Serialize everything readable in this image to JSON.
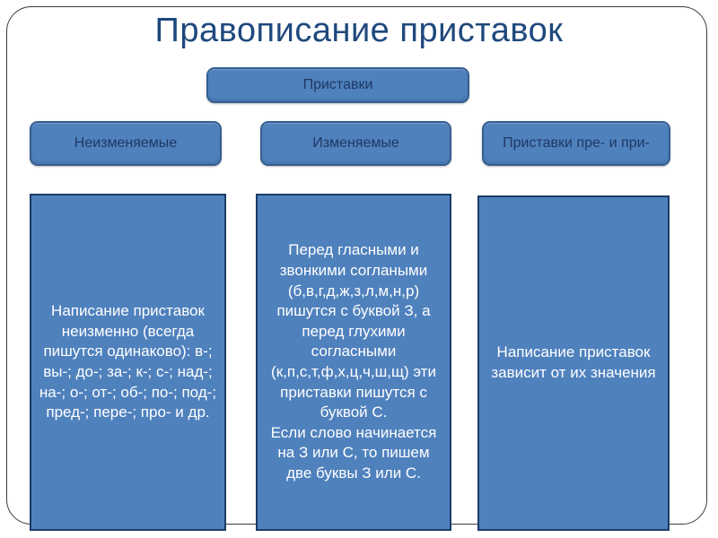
{
  "slide": {
    "title": "Правописание приставок",
    "root_box": {
      "label": "Приставки"
    },
    "branches": [
      {
        "label": "Неизменяемые",
        "description": "Написание приставок неизменно (всегда пишутся одинаково): в-; вы-; до-; за-; к-; с-; над-; на-; о-; от-; об-; по-; под-; пред-; пере-; про- и др."
      },
      {
        "label": "Изменяемые",
        "description": "Перед гласными и звонкими соглаными (б,в,г,д,ж,з,л,м,н,р) пишутся с буквой З, а перед глухими согласными (к,п,с,т,ф,х,ц,ч,ш,щ) эти приставки пишутся с буквой С.\nЕсли слово начинается на З или С, то пишем две буквы З или С."
      },
      {
        "label": "Приставки пре- и при-",
        "description": "Написание приставок зависит от их значения"
      }
    ],
    "colors": {
      "box_fill": "#4F81BD",
      "box_border": "#365F91",
      "panel_border": "#1B3C66",
      "title_text": "#1F497D",
      "label_text": "#1F3864",
      "panel_text": "#FFFFFF",
      "frame_border": "#3A3A3A",
      "background": "#FFFFFF"
    }
  }
}
